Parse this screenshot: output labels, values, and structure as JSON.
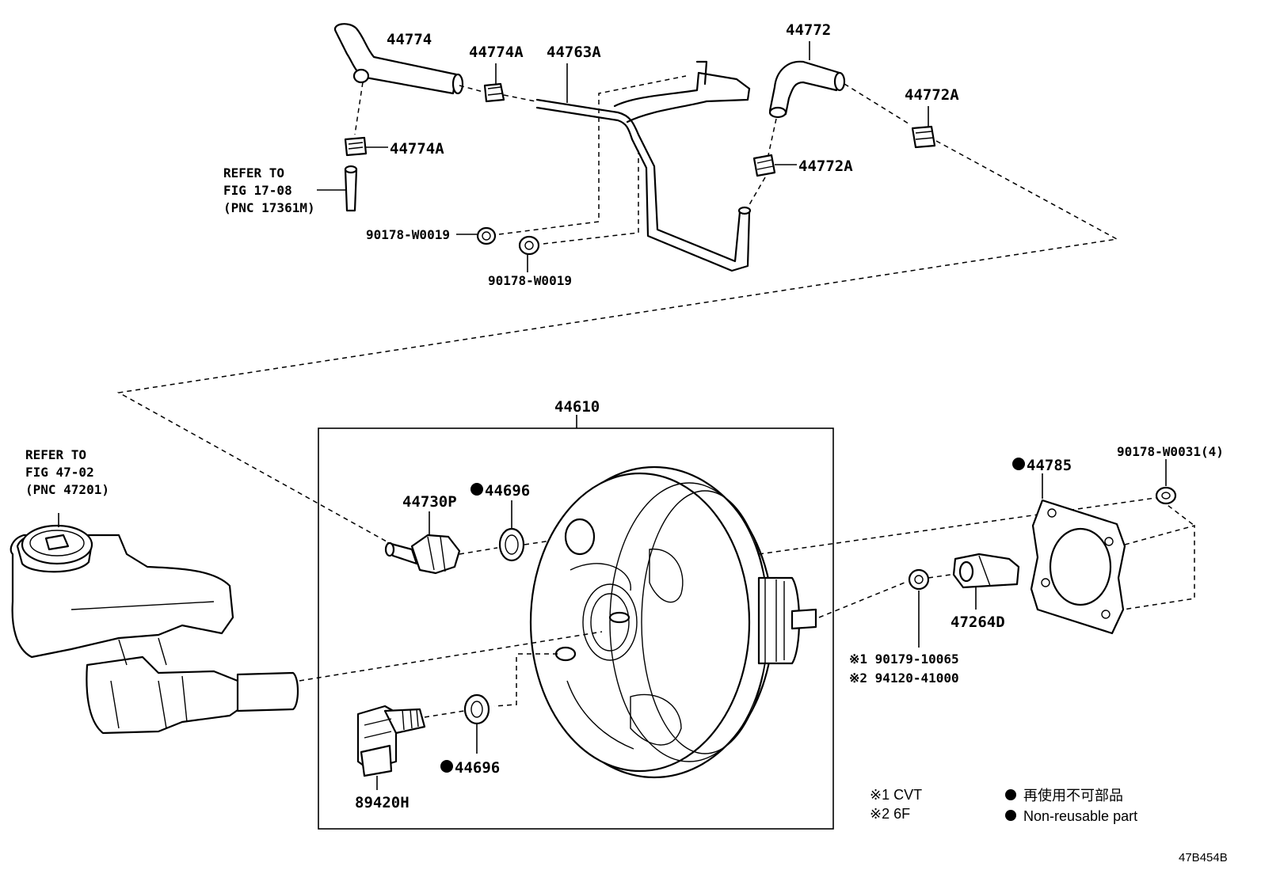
{
  "labels": {
    "p44774": "44774",
    "p44774A_top": "44774A",
    "p44763A": "44763A",
    "p44772": "44772",
    "p44772A_right": "44772A",
    "p44772A_mid": "44772A",
    "p44774A_left": "44774A",
    "p90178_w0019_a": "90178-W0019",
    "p90178_w0019_b": "90178-W0019",
    "p44610": "44610",
    "p44785": "44785",
    "p90178_w0031": "90178-W0031(4)",
    "p44730P": "44730P",
    "p44696_top": "44696",
    "p44696_bottom": "44696",
    "p89420H": "89420H",
    "p47264D": "47264D",
    "p90179_10065": "※1 90179-10065",
    "p94120_41000": "※2 94120-41000"
  },
  "refer_top": {
    "line1": "REFER TO",
    "line2": "FIG 17-08",
    "line3": "(PNC 17361M)"
  },
  "refer_left": {
    "line1": "REFER TO",
    "line2": "FIG 47-02",
    "line3": "(PNC 47201)"
  },
  "footnotes": {
    "cvt": "※1 CVT",
    "six_f": "※2 6F"
  },
  "legend": {
    "jp": "再使用不可部品",
    "en": "Non-reusable part"
  },
  "figure_id": "47B454B",
  "non_reusable_marker": "●",
  "colors": {
    "ink": "#000000",
    "paper": "#ffffff"
  }
}
